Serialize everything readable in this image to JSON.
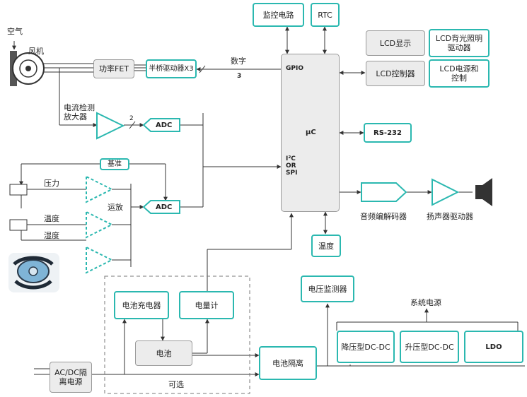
{
  "blocks": {
    "monitor": "监控电路",
    "rtc": "RTC",
    "lcd_display": "LCD显示",
    "lcd_backlight": "LCD背光照明驱动器",
    "lcd_controller": "LCD控制器",
    "lcd_power": "LCD电源和控制",
    "power_fet": "功率FET",
    "half_bridge": "半桥驱动器X3",
    "adc_top": "ADC",
    "adc_bottom": "ADC",
    "reference": "基准",
    "rs232": "RS-232",
    "audio_codec_label": "音频编解码器",
    "speaker_driver_label": "扬声器驱动器",
    "temperature": "温度",
    "voltage_monitor": "电压监测器",
    "battery_charger": "电池充电器",
    "fuel_gauge": "电量计",
    "battery": "电池",
    "battery_isolation": "电池隔离",
    "acdc": "AC/DC隔离电源",
    "buck": "降压型DC-DC",
    "boost": "升压型DC-DC",
    "ldo": "LDO"
  },
  "mcu": {
    "gpio": "GPIO",
    "uc": "μC",
    "i2c": "I²C",
    "or": "OR",
    "spi": "SPI"
  },
  "labels": {
    "air": "空气",
    "fan": "风机",
    "digital": "数字",
    "digital_bits": "3",
    "current_amp": "电流检测放大器",
    "bus_2": "2",
    "pressure": "压力",
    "temp_sensor": "温度",
    "humidity": "湿度",
    "opamp": "运放",
    "optional": "可选",
    "system_power": "系统电源"
  },
  "colors": {
    "accent": "#2bb8b0",
    "block_gray": "#ececec",
    "wire": "#333333"
  }
}
